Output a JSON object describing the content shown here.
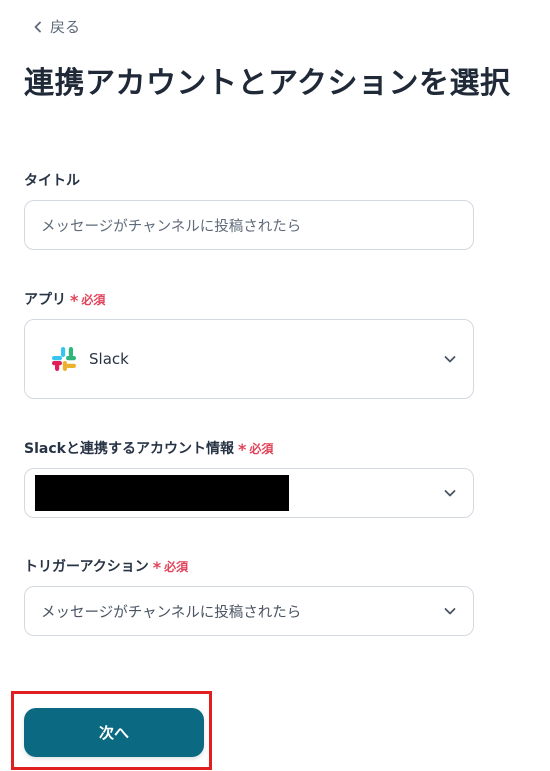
{
  "nav": {
    "back_label": "戻る"
  },
  "page": {
    "title": "連携アカウントとアクションを選択"
  },
  "required_label": "必須",
  "required_mark": "*",
  "fields": {
    "title": {
      "label": "タイトル",
      "value": "メッセージがチャンネルに投稿されたら"
    },
    "app": {
      "label": "アプリ",
      "selected": "Slack"
    },
    "account": {
      "label": "Slackと連携するアカウント情報"
    },
    "trigger": {
      "label": "トリガーアクション",
      "selected": "メッセージがチャンネルに投稿されたら"
    }
  },
  "buttons": {
    "next_label": "次へ"
  },
  "colors": {
    "primary": "#0b6a82",
    "required": "#e0445b",
    "highlight": "#e02020"
  },
  "icons": {
    "back": "chevron-left-icon",
    "dropdown": "chevron-down-icon",
    "app": "slack-logo-icon"
  }
}
